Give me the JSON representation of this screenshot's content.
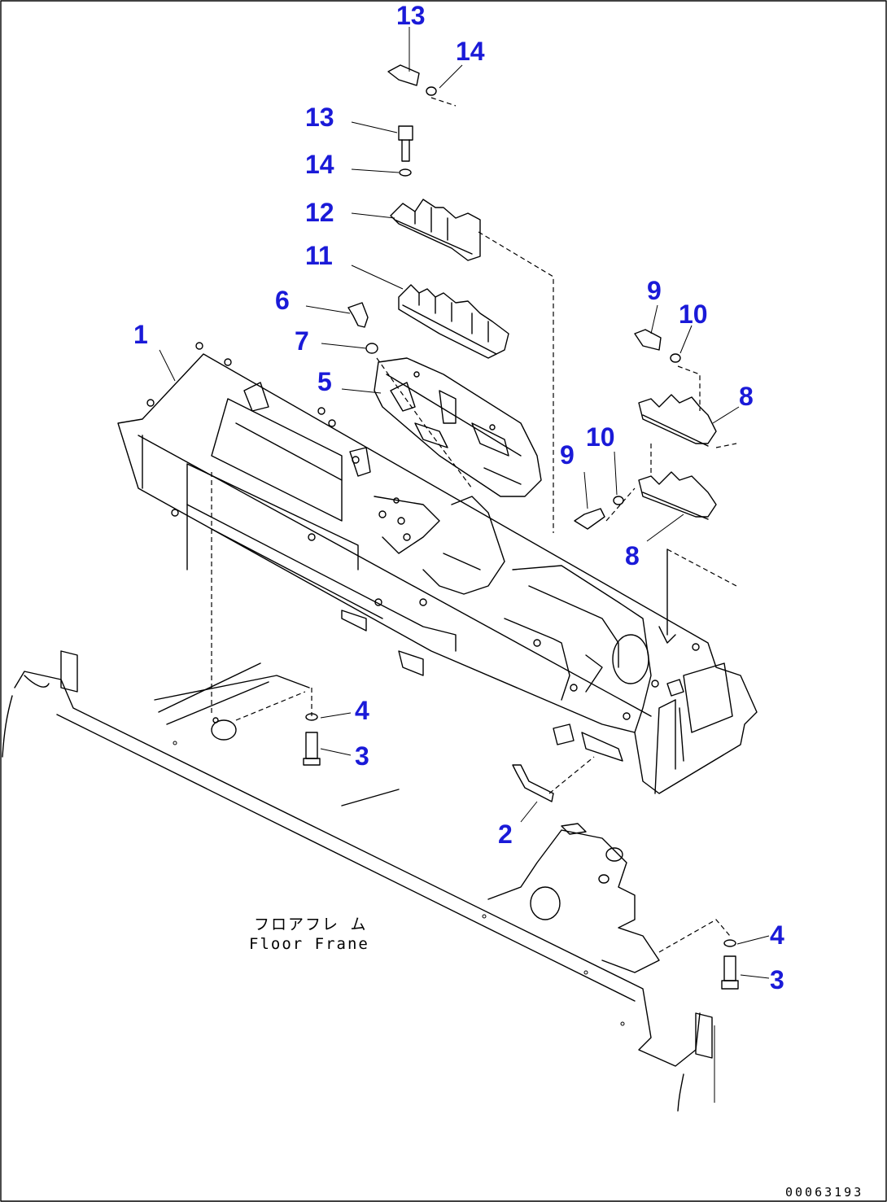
{
  "diagram": {
    "callouts": [
      {
        "id": "c13a",
        "text": "13"
      },
      {
        "id": "c14a",
        "text": "14"
      },
      {
        "id": "c13b",
        "text": "13"
      },
      {
        "id": "c14b",
        "text": "14"
      },
      {
        "id": "c12",
        "text": "12"
      },
      {
        "id": "c11",
        "text": "11"
      },
      {
        "id": "c6",
        "text": "6"
      },
      {
        "id": "c7",
        "text": "7"
      },
      {
        "id": "c5",
        "text": "5"
      },
      {
        "id": "c1",
        "text": "1"
      },
      {
        "id": "c9a",
        "text": "9"
      },
      {
        "id": "c10a",
        "text": "10"
      },
      {
        "id": "c8a",
        "text": "8"
      },
      {
        "id": "c10b",
        "text": "10"
      },
      {
        "id": "c9b",
        "text": "9"
      },
      {
        "id": "c8b",
        "text": "8"
      },
      {
        "id": "c4a",
        "text": "4"
      },
      {
        "id": "c3a",
        "text": "3"
      },
      {
        "id": "c2",
        "text": "2"
      },
      {
        "id": "c4b",
        "text": "4"
      },
      {
        "id": "c3b",
        "text": "3"
      }
    ],
    "floor_frame_jp": "フロアフレ ム",
    "floor_frame_en": "Floor Frane",
    "drawing_code": "00063193"
  }
}
